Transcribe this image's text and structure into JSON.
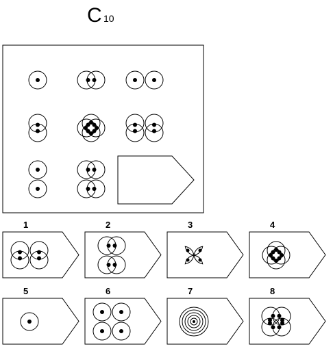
{
  "title": {
    "main": "C",
    "sub": "10"
  },
  "matrix": {
    "cells": [
      {
        "id": "r1c1",
        "figure": "one-circle"
      },
      {
        "id": "r1c2",
        "figure": "two-overlapping-horizontal"
      },
      {
        "id": "r1c3",
        "figure": "two-touching-horizontal"
      },
      {
        "id": "r2c1",
        "figure": "two-overlapping-vertical"
      },
      {
        "id": "r2c2",
        "figure": "four-overlapping-cluster"
      },
      {
        "id": "r2c3",
        "figure": "two-vertical-pairs-side-by-side"
      },
      {
        "id": "r3c1",
        "figure": "two-touching-vertical"
      },
      {
        "id": "r3c2",
        "figure": "two-horizontal-pairs-stacked"
      },
      {
        "id": "r3c3",
        "figure": "empty-answer-slot"
      }
    ]
  },
  "options": [
    {
      "number": "1",
      "figure": "two-vertical-pairs-side-by-side"
    },
    {
      "number": "2",
      "figure": "two-horizontal-pairs-stacked"
    },
    {
      "number": "3",
      "figure": "petal-flower"
    },
    {
      "number": "4",
      "figure": "four-overlapping-cluster"
    },
    {
      "number": "5",
      "figure": "one-circle"
    },
    {
      "number": "6",
      "figure": "four-separate-circles"
    },
    {
      "number": "7",
      "figure": "concentric-rings"
    },
    {
      "number": "8",
      "figure": "four-overlapping-square"
    }
  ]
}
